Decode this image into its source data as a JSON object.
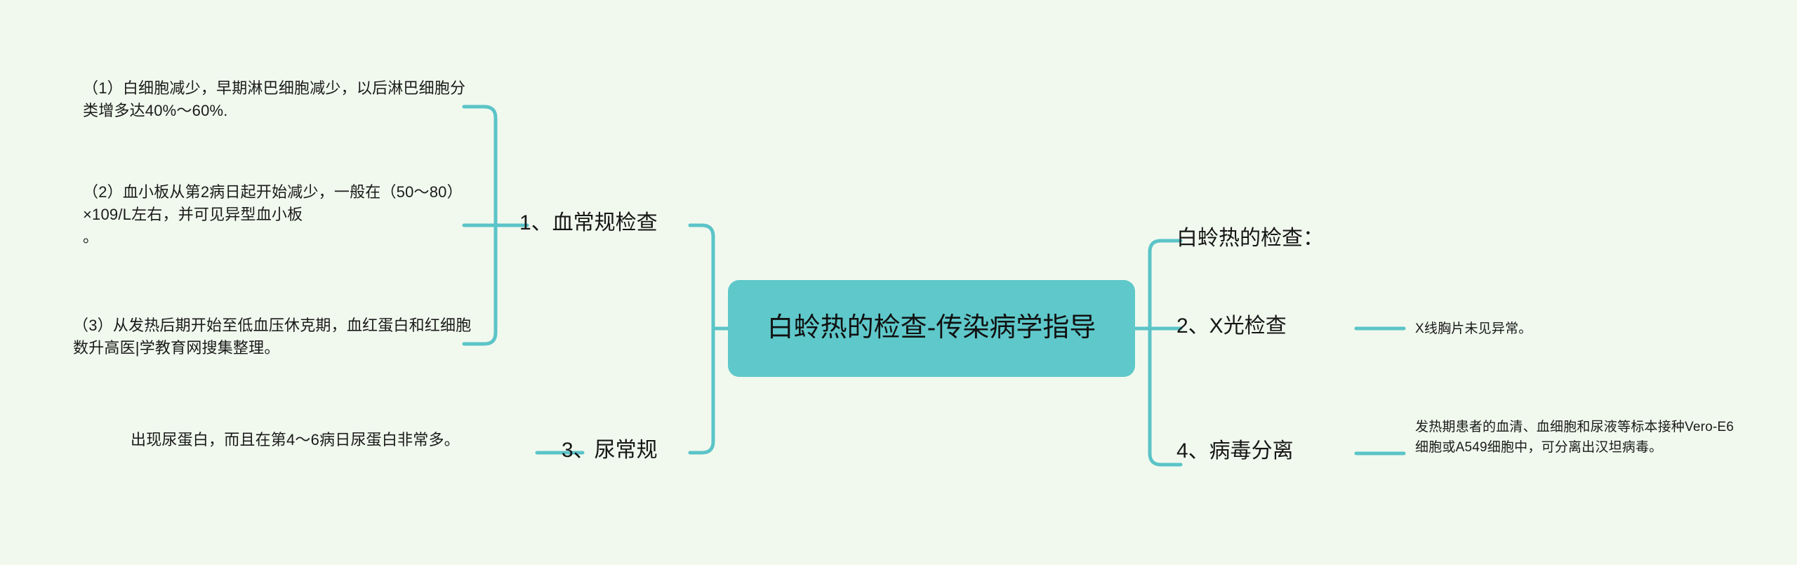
{
  "theme": {
    "background_color": "#f1f9ee",
    "accent_color": "#5fc8ca",
    "line_color": "#5bc4c8",
    "text_color": "#1a1a1a"
  },
  "root": {
    "label": "白蛉热的检查-传染病学指导"
  },
  "left_branches": [
    {
      "id": "blood-routine",
      "label": "1、血常规检查",
      "notes": [
        "（1）白细胞减少，早期淋巴细胞减少，以后淋巴细胞分类增多达40%～60%.",
        "（2）血小板从第2病日起开始减少，一般在（50～80）×109/L左右，并可见异型血小板\n。",
        "（3）从发热后期开始至低血压休克期，血红蛋白和红细胞数升高医|学教育网搜集整理。"
      ]
    },
    {
      "id": "urine-routine",
      "label": "3、尿常规",
      "notes": [
        "出现尿蛋白，而且在第4～6病日尿蛋白非常多。"
      ]
    }
  ],
  "right_branches": [
    {
      "id": "exam-title",
      "label": "白蛉热的检查：",
      "note": ""
    },
    {
      "id": "xray",
      "label": "2、X光检查",
      "note": "X线胸片未见异常。"
    },
    {
      "id": "virus-isolation",
      "label": "4、病毒分离",
      "note": "发热期患者的血清、血细胞和尿液等标本接种Vero-E6细胞或A549细胞中，可分离出汉坦病毒。"
    }
  ]
}
